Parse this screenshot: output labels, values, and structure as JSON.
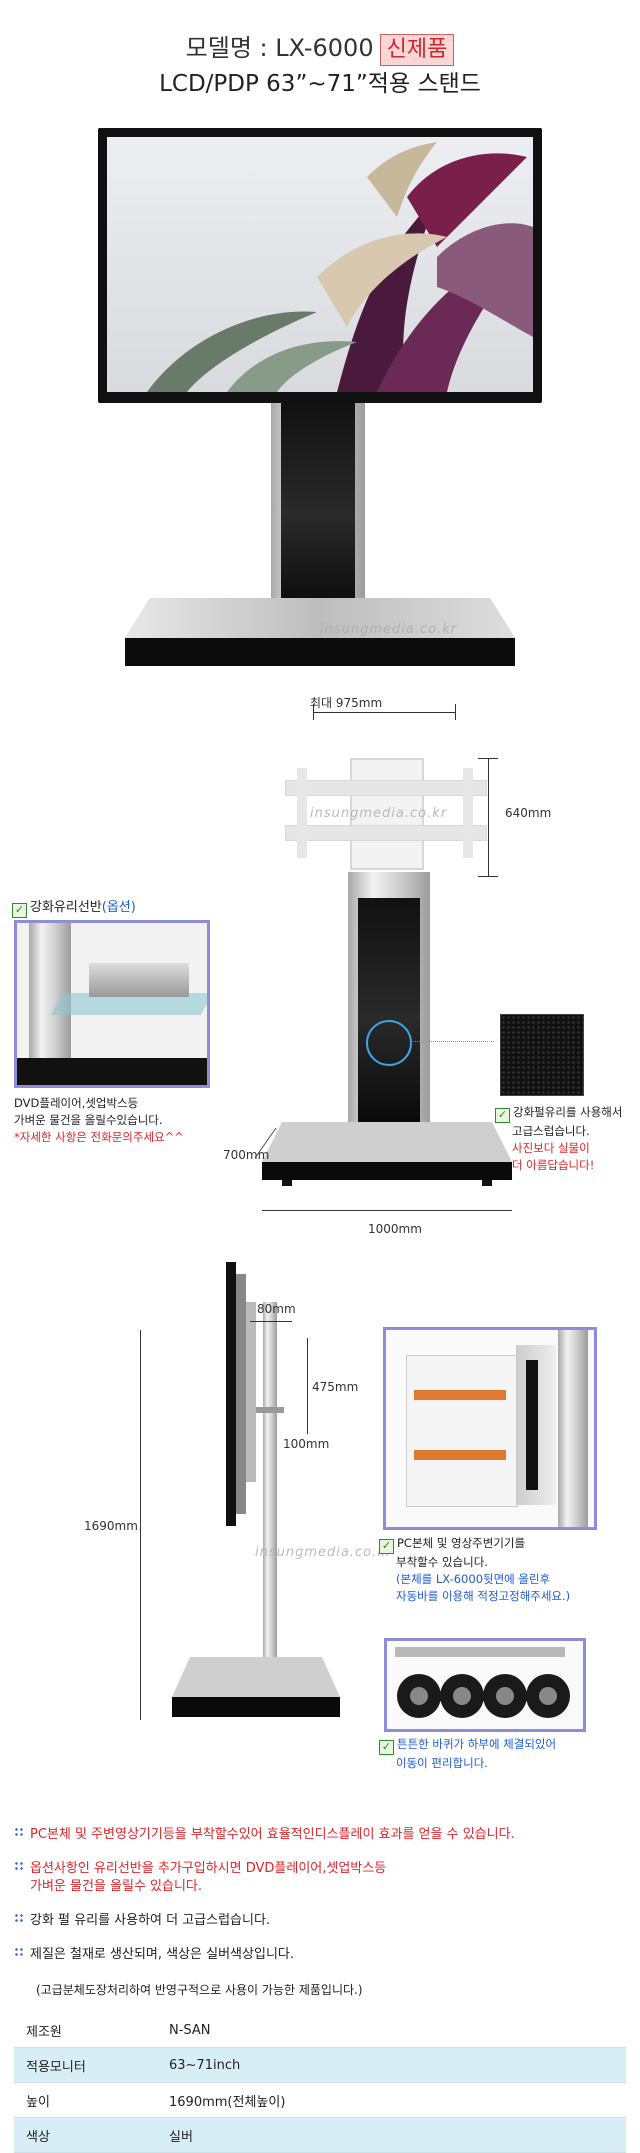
{
  "header": {
    "model_line": "모델명 : LX-6000",
    "badge": "신제품",
    "subtitle": "LCD/PDP 63”~71”적용 스탠드"
  },
  "watermark": "insungmedia.co.kr",
  "diagram_front": {
    "max_width": "최대 975mm",
    "mount_height": "640mm",
    "depth": "700mm",
    "width": "1000mm"
  },
  "shelf_option": {
    "title": "강화유리선반",
    "title_option": "(옵션)",
    "desc_line1": "DVD플레이어,셋업박스등",
    "desc_line2": "가벼운 물건을 올릴수있습니다.",
    "desc_line3": "*자세한 사항은 전화문의주세요^^"
  },
  "glass_note": {
    "line1": "강화펄유리를 사용해서",
    "line2": "고급스럽습니다.",
    "line3": "사진보다 실물이",
    "line4": "더 아름답습니다!"
  },
  "diagram_side": {
    "offset_top": "80mm",
    "arm_height": "475mm",
    "arm_depth": "100mm",
    "total_height": "1690mm"
  },
  "pc_note": {
    "line1": "PC본체 및 영상주변기기를",
    "line2": "부착할수 있습니다.",
    "line3": "(본체를 LX-6000뒷면에 올린후",
    "line4": "자동바를 이용해 적정고정해주세요.)"
  },
  "wheel_note": {
    "line1": "튼튼한 바퀴가 하부에 체결되있어",
    "line2": "이동이 편리합니다."
  },
  "features": [
    "PC본체 및 주변영상기기등을 부착할수있어 효율적인디스플레이 효과를 얻을 수 있습니다.",
    "옵션사항인 유리선반을 추가구입하시면 DVD플레이어,셋업박스등",
    "가벼운 물건을 올릴수 있습니다.",
    "강화 펄 유리를 사용하여 더 고급스럽습니다.",
    "제질은 철재로 생산되며, 색상은 실버색상입니다.",
    "(고급분체도장처리하여 반영구적으로 사용이 가능한 제품입니다.)"
  ],
  "spec": {
    "rows": [
      {
        "k": "제조원",
        "v": "N-SAN"
      },
      {
        "k": "적용모니터",
        "v": "63~71inch"
      },
      {
        "k": "높이",
        "v": "1690mm(전체높이)"
      },
      {
        "k": "색상",
        "v": "실버"
      }
    ]
  }
}
